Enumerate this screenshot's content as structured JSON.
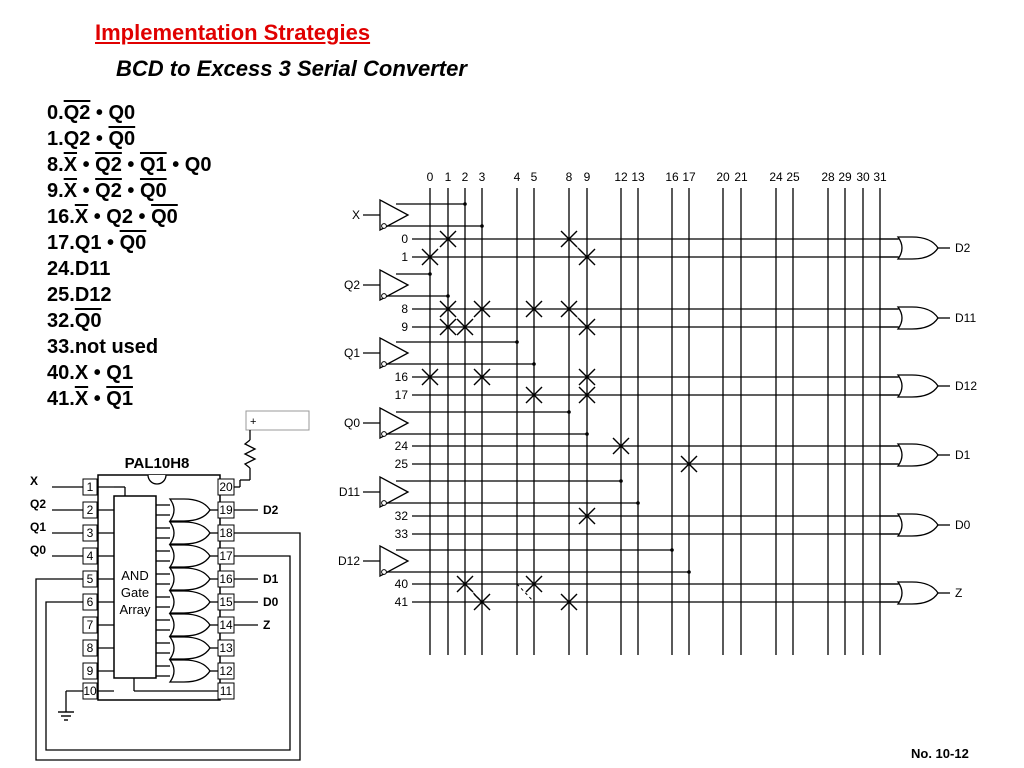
{
  "header": {
    "title": "Implementation Strategies",
    "subtitle": "BCD to Excess 3 Serial Converter"
  },
  "terms": [
    {
      "num": "0.",
      "parts": [
        {
          "t": "Q2",
          "bar": true
        },
        {
          "t": " • ",
          "bar": false
        },
        {
          "t": "Q0",
          "bar": false
        }
      ]
    },
    {
      "num": "1.",
      "parts": [
        {
          "t": "Q2",
          "bar": false
        },
        {
          "t": " • ",
          "bar": false
        },
        {
          "t": "Q0",
          "bar": true
        }
      ]
    },
    {
      "num": "8.",
      "parts": [
        {
          "t": "X",
          "bar": true
        },
        {
          "t": " • ",
          "bar": false
        },
        {
          "t": "Q2",
          "bar": true
        },
        {
          "t": " • ",
          "bar": false
        },
        {
          "t": "Q1",
          "bar": true
        },
        {
          "t": " • Q0",
          "bar": false
        }
      ]
    },
    {
      "num": "9.",
      "parts": [
        {
          "t": "X",
          "bar": true
        },
        {
          "t": " • ",
          "bar": false
        },
        {
          "t": "Q2",
          "bar": true
        },
        {
          "t": " • ",
          "bar": false
        },
        {
          "t": "Q0",
          "bar": true
        }
      ]
    },
    {
      "num": "16.",
      "parts": [
        {
          "t": "X",
          "bar": true
        },
        {
          "t": " • Q2 • ",
          "bar": false
        },
        {
          "t": "Q0",
          "bar": true
        }
      ]
    },
    {
      "num": "17.",
      "parts": [
        {
          "t": "Q1 • ",
          "bar": false
        },
        {
          "t": "Q0",
          "bar": true
        }
      ]
    },
    {
      "num": "24.",
      "parts": [
        {
          "t": "D11",
          "bar": false
        }
      ]
    },
    {
      "num": "25.",
      "parts": [
        {
          "t": "D12",
          "bar": false
        }
      ]
    },
    {
      "num": "32.",
      "parts": [
        {
          "t": "Q0",
          "bar": true
        }
      ]
    },
    {
      "num": "33.",
      "parts": [
        {
          "t": "not used",
          "bar": false
        }
      ]
    },
    {
      "num": "40.",
      "parts": [
        {
          "t": "X • Q1",
          "bar": false
        }
      ]
    },
    {
      "num": "41.",
      "parts": [
        {
          "t": "X",
          "bar": true
        },
        {
          "t": " • ",
          "bar": false
        },
        {
          "t": "Q1",
          "bar": true
        }
      ]
    }
  ],
  "chip": {
    "name": "PAL10H8",
    "array_label": [
      "AND",
      "Gate",
      "Array"
    ],
    "left_pins": [
      "1",
      "2",
      "3",
      "4",
      "5",
      "6",
      "7",
      "8",
      "9",
      "10"
    ],
    "right_pins": [
      "20",
      "19",
      "18",
      "17",
      "16",
      "15",
      "14",
      "13",
      "12",
      "11"
    ],
    "input_labels": [
      "X",
      "Q2",
      "Q1",
      "Q0"
    ],
    "output_labels": [
      {
        "pin": "19",
        "label": "D2"
      },
      {
        "pin": "16",
        "label": "D1"
      },
      {
        "pin": "15",
        "label": "D0"
      },
      {
        "pin": "14",
        "label": "Z"
      }
    ]
  },
  "pla": {
    "column_labels": [
      "0",
      "1",
      "2",
      "3",
      "4",
      "5",
      "8",
      "9",
      "12",
      "13",
      "16",
      "17",
      "20",
      "21",
      "24",
      "25",
      "28",
      "29",
      "30",
      "31"
    ],
    "inputs": [
      "X",
      "Q2",
      "Q1",
      "Q0",
      "D11",
      "D12"
    ],
    "row_labels": [
      "0",
      "1",
      "8",
      "9",
      "16",
      "17",
      "24",
      "25",
      "32",
      "33",
      "40",
      "41"
    ],
    "outputs": [
      "D2",
      "D11",
      "D12",
      "D1",
      "D0",
      "Z"
    ],
    "fuses": [
      {
        "row": "0",
        "cols": [
          "1",
          "8"
        ]
      },
      {
        "row": "1",
        "cols": [
          "0",
          "9"
        ]
      },
      {
        "row": "8",
        "cols": [
          "1",
          "3",
          "5",
          "8"
        ]
      },
      {
        "row": "9",
        "cols": [
          "1",
          "2",
          "9"
        ]
      },
      {
        "row": "16",
        "cols": [
          "0",
          "3",
          "9"
        ]
      },
      {
        "row": "17",
        "cols": [
          "5",
          "9"
        ]
      },
      {
        "row": "24",
        "cols": [
          "12"
        ]
      },
      {
        "row": "25",
        "cols": [
          "17"
        ]
      },
      {
        "row": "32",
        "cols": [
          "9"
        ]
      },
      {
        "row": "40",
        "cols": [
          "2",
          "5"
        ]
      },
      {
        "row": "41",
        "cols": [
          "3",
          "8"
        ]
      }
    ]
  },
  "footer": {
    "page_number": "No. 10-12"
  }
}
